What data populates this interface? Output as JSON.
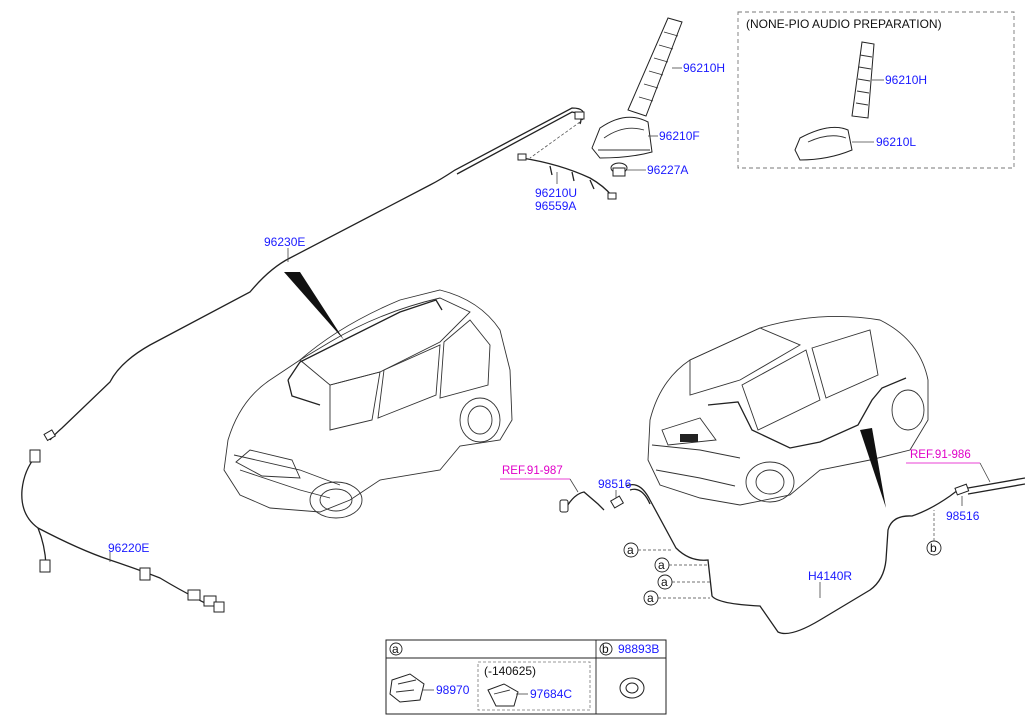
{
  "inset": {
    "title": "(NONE-PIO AUDIO PREPARATION)",
    "parts": [
      "96210H",
      "96210L"
    ]
  },
  "parts": {
    "p96210H": "96210H",
    "p96210F": "96210F",
    "p96227A": "96227A",
    "p96210U": "96210U",
    "p96559A": "96559A",
    "p96230E": "96230E",
    "p96220E": "96220E",
    "p98516_left": "98516",
    "p98516_right": "98516",
    "pH4140R": "H4140R"
  },
  "refs": {
    "ref_left": "REF.91-987",
    "ref_right": "REF.91-986"
  },
  "callouts": {
    "a": "a",
    "b": "b"
  },
  "legend": {
    "a_label": "a",
    "b_label": "b",
    "b_part": "98893B",
    "a_part1": "98970",
    "a_sub_note": "(-140625)",
    "a_part2": "97684C"
  },
  "colors": {
    "part_number": "#1a1aff",
    "reference": "#e000c8",
    "line": "#222222"
  }
}
